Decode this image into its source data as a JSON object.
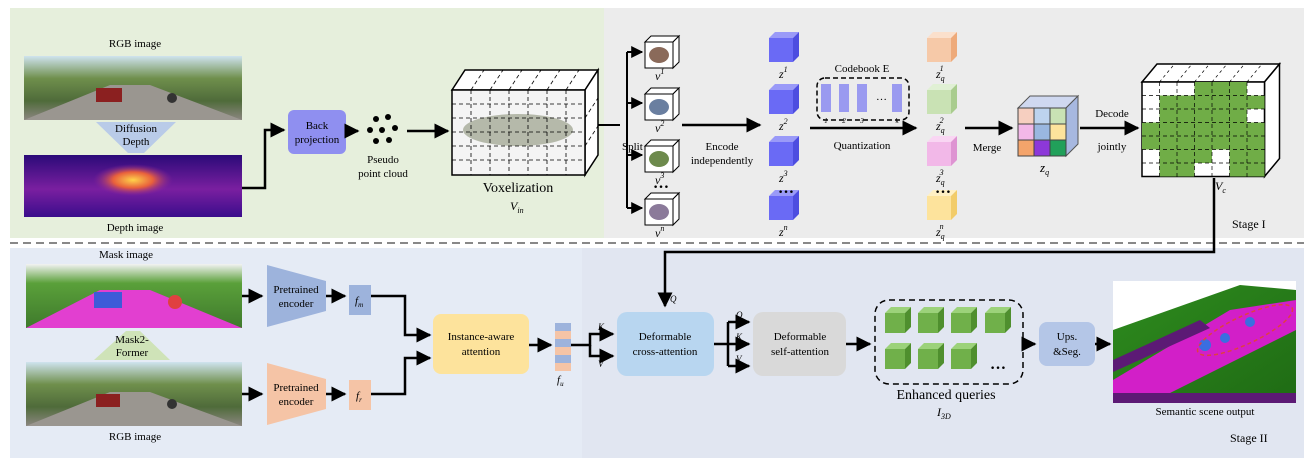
{
  "stage1": {
    "rgb_image_label": "RGB image",
    "diffusion_label_line1": "Diffusion",
    "diffusion_label_line2": "Depth",
    "depth_image_label": "Depth image",
    "back_projection_line1": "Back",
    "back_projection_line2": "projection",
    "pseudo_line1": "Pseudo",
    "pseudo_line2": "point cloud",
    "voxelization_label": "Voxelization",
    "voxel_symbol": "V",
    "voxel_symbol_sub": "in",
    "split_label": "Split",
    "subvolumes": [
      "v",
      "v",
      "v",
      "v"
    ],
    "subvolume_sups": [
      "1",
      "2",
      "3",
      "n"
    ],
    "ellipsis": "…",
    "encode_line1": "Encode",
    "encode_line2": "independently",
    "latents": [
      "z",
      "z",
      "z",
      "z"
    ],
    "latent_sups": [
      "1",
      "2",
      "3",
      "n"
    ],
    "codebook_label": "Codebook E",
    "codebook_entries": [
      "1",
      "2",
      "3",
      "…",
      "k"
    ],
    "quantization_label": "Quantization",
    "quantized": [
      "z",
      "z",
      "z",
      "z"
    ],
    "quantized_sups": [
      "1",
      "2",
      "3",
      "n"
    ],
    "quantized_sub": "q",
    "merge_label": "Merge",
    "zq_symbol": "z",
    "zq_sub": "q",
    "decode_line1": "Decode",
    "decode_line2": "jointly",
    "vc_symbol": "V",
    "vc_sub": "c",
    "stage_label": "Stage I"
  },
  "stage2": {
    "mask_image_label": "Mask image",
    "mask2former_line1": "Mask2-",
    "mask2former_line2": "Former",
    "rgb_image_label": "RGB image",
    "encoder_line1": "Pretrained",
    "encoder_line2": "encoder",
    "fm_symbol": "f",
    "fm_sub": "m",
    "fr_symbol": "f",
    "fr_sub": "r",
    "instance_line1": "Instance-aware",
    "instance_line2": "attention",
    "fu_symbol": "f",
    "fu_sub": "u",
    "q_label": "Q",
    "k_label": "K",
    "v_label": "V",
    "deformable_cross_line1": "Deformable",
    "deformable_cross_line2": "cross-attention",
    "deformable_self_line1": "Deformable",
    "deformable_self_line2": "self-attention",
    "enhanced_label": "Enhanced queries",
    "enhanced_symbol": "I",
    "enhanced_sub": "3D",
    "ellipsis": "…",
    "ups_line1": "Ups.",
    "ups_line2": "&Seg.",
    "semantic_output_label": "Semantic scene output",
    "stage_label": "Stage II"
  },
  "colors": {
    "stage1_left_bg": "#e6efdc",
    "stage1_right_bg": "#ececec",
    "stage2_bg": "#e5ebf5",
    "back_projection": "#8f8ff0",
    "latent_blue": "#6a6af5",
    "encoder_blue": "#9db3dc",
    "encoder_orange": "#f5c4a6",
    "instance_attention": "#fde39c",
    "deformable_cross": "#b8d6f0",
    "deformable_self": "#d9d9d9",
    "ups_box": "#b4c6e7",
    "query_green": "#70b04a",
    "voxel_green": "#70ad47"
  }
}
